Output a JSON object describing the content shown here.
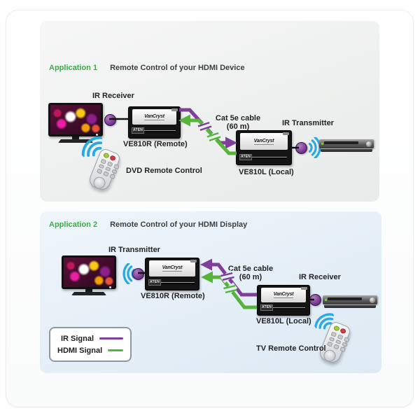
{
  "colors": {
    "ir_signal": "#7e3f98",
    "hdmi_signal": "#56b43c",
    "accent_green": "#3aad46",
    "wave_blue": "#2aa9e0"
  },
  "device": {
    "brand": "VanCryst",
    "logo": "ATEN"
  },
  "app1": {
    "label": "Application 1",
    "title": "Remote Control of your HDMI Device",
    "ir_receiver": "IR Receiver",
    "ir_transmitter": "IR Transmitter",
    "unit_remote": "VE810R (Remote)",
    "unit_local": "VE810L (Local)",
    "cable_line1": "Cat 5e cable",
    "cable_line2": "(60 m)",
    "remote_control": "DVD Remote Control"
  },
  "app2": {
    "label": "Application 2",
    "title": "Remote Control of your HDMI Display",
    "ir_transmitter": "IR Transmitter",
    "ir_receiver": "IR Receiver",
    "unit_remote": "VE810R (Remote)",
    "unit_local": "VE810L (Local)",
    "cable_line1": "Cat 5e cable",
    "cable_line2": "(60 m)",
    "remote_control": "TV Remote Control"
  },
  "legend": {
    "ir": "IR Signal",
    "hdmi": "HDMI Signal"
  }
}
